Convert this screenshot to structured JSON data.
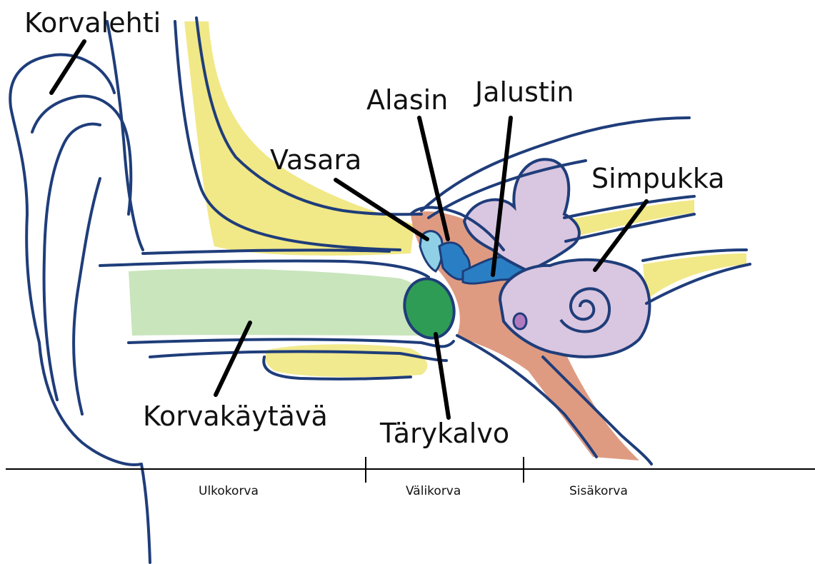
{
  "labels": {
    "korvalehti": "Korvalehti",
    "korvakaytava": "Korvakäytävä",
    "vasara": "Vasara",
    "alasin": "Alasin",
    "jalustin": "Jalustin",
    "simpukka": "Simpukka",
    "tarykalvo": "Tärykalvo"
  },
  "regions": {
    "ulkokorva": "Ulkokorva",
    "valikorva": "Välikorva",
    "sisakorva": "Sisäkorva"
  },
  "colors": {
    "outline": "#1f3d7a",
    "bone_yellow": "#efe67a",
    "canal_green": "#bfe0b0",
    "eardrum_green": "#2e9c55",
    "middle_ear_brown": "#d98a6c",
    "ossicle_blue": "#2a7fc4",
    "ossicle_lightblue": "#8fd0e6",
    "inner_ear_lilac": "#d9c6e0"
  }
}
